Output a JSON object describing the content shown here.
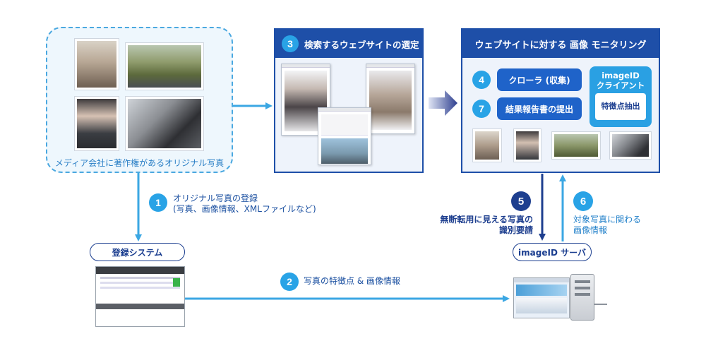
{
  "media": {
    "caption": "メディア会社に著作権があるオリジナル写真"
  },
  "site_select": {
    "step": "3",
    "title": "検索するウェブサイトの選定"
  },
  "monitor": {
    "title": "ウェブサイトに対する 画像 モニタリング",
    "crawler_step": "4",
    "crawler_label": "クローラ (収集)",
    "report_step": "7",
    "report_label": "結果報告書の提出",
    "client_title": "imageID\nクライアント",
    "client_title_line1": "imageID",
    "client_title_line2": "クライアント",
    "client_feature": "特徴点抽出"
  },
  "flow": {
    "step1_num": "1",
    "step1_line1": "オリジナル写真の登録",
    "step1_line2": "(写真、画像情報、XMLファイルなど)",
    "step2_num": "2",
    "step2_label": "写真の特徴点 & 画像情報",
    "step5_num": "5",
    "step5_line1": "無断転用に見える写真の",
    "step5_line2": "識別要請",
    "step6_num": "6",
    "step6_line1": "対象写真に関わる",
    "step6_line2": "画像情報"
  },
  "registration": {
    "label": "登録システム"
  },
  "server": {
    "label": "imageID サーバ"
  },
  "colors": {
    "navy": "#1e4fa8",
    "sky": "#29a3e6",
    "pill": "#1f63c9",
    "arrow": "#3ba7e3"
  }
}
